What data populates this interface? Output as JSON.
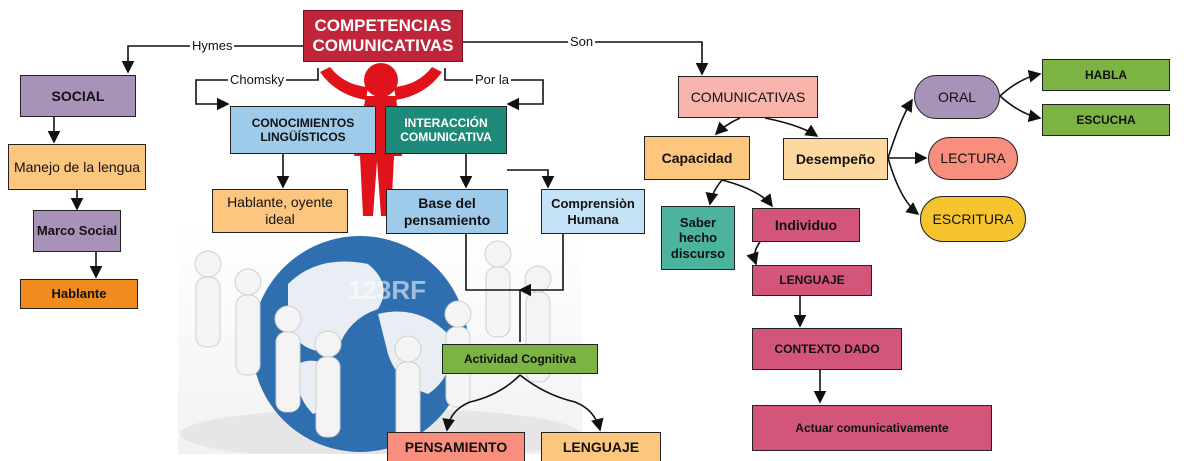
{
  "root": "COMPETENCIAS COMUNICATIVAS",
  "edge_labels": {
    "hymes": "Hymes",
    "son": "Son",
    "chomsky": "Chomsky",
    "por_la": "Por la"
  },
  "left": {
    "social": "SOCIAL",
    "manejo": "Manejo de la lengua",
    "marco": "Marco Social",
    "hablante": "Hablante"
  },
  "middle": {
    "conocimientos": "CONOCIMIENTOS LINGÜÍSTICOS",
    "interaccion": "INTERACCIÓN COMUNICATIVA",
    "hablante_ideal": "Hablante, oyente ideal",
    "base": "Base del pensamiento",
    "comprension": "Comprensiòn Humana",
    "actividad": "Actividad Cognitiva",
    "pensamiento": "PENSAMIENTO",
    "lenguaje": "LENGUAJE"
  },
  "right": {
    "comunicativas": "COMUNICATIVAS",
    "capacidad": "Capacidad",
    "desempeno": "Desempeño",
    "saber": "Saber hecho discurso",
    "individuo": "Individuo",
    "lenguaje": "LENGUAJE",
    "contexto": "CONTEXTO DADO",
    "actuar": "Actuar comunicativamente",
    "oral": "ORAL",
    "lectura": "LECTURA",
    "escritura": "ESCRITURA",
    "habla": "HABLA",
    "escucha": "ESCUCHA"
  },
  "illustration": {
    "watermark": "123RF"
  },
  "colors": {
    "root": "#c0253a",
    "purple": "#a992b8",
    "peach": "#fdc67e",
    "orange": "#f08c1e",
    "blue": "#9ecbea",
    "teal": "#1d8a7a",
    "pink": "#f9b5ab",
    "crimson": "#d4557a",
    "green": "#7cb342",
    "salmon": "#f88f7e",
    "yellow": "#f6c52e"
  }
}
